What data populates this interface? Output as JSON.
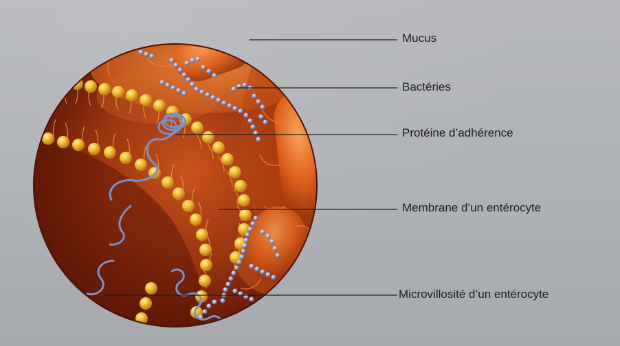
{
  "labels": {
    "mucus": "Mucus",
    "bacteries": "Bactéries",
    "proteine": "Protéine d’adhérence",
    "membrane": "Membrane d’un entérocyte",
    "microvillosite": "Microvillosité d’un entérocyte"
  },
  "colors": {
    "background": "#b0b3b7",
    "circle_dark": "#6a1a07",
    "circle_light": "#c9521c",
    "lipid_head": "#f3bf34",
    "protein_chain": "#7a90c8",
    "leader_line": "#1d1d1d"
  }
}
